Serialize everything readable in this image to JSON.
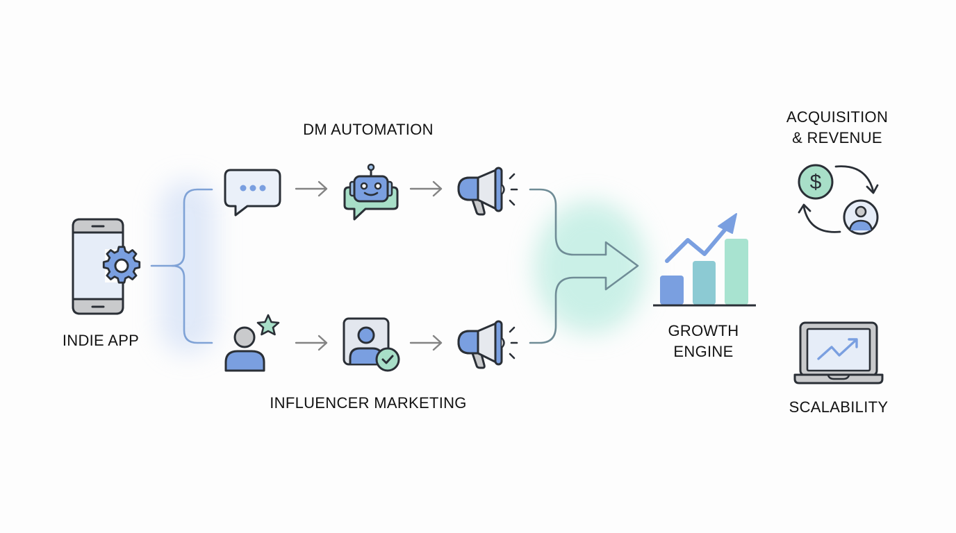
{
  "diagram": {
    "source": {
      "label": "INDIE APP",
      "icon": "phone-gear-icon"
    },
    "branches": [
      {
        "label": "DM AUTOMATION",
        "steps": [
          {
            "icon": "chat-bubble-icon",
            "name": "message"
          },
          {
            "icon": "chatbot-icon",
            "name": "bot-reply"
          },
          {
            "icon": "megaphone-icon",
            "name": "broadcast"
          }
        ]
      },
      {
        "label": "INFLUENCER MARKETING",
        "steps": [
          {
            "icon": "influencer-star-icon",
            "name": "influencer"
          },
          {
            "icon": "verified-profile-icon",
            "name": "verified-profile"
          },
          {
            "icon": "megaphone-icon",
            "name": "broadcast"
          }
        ]
      }
    ],
    "hub": {
      "label_line1": "GROWTH",
      "label_line2": "ENGINE",
      "icon": "growth-chart-icon"
    },
    "outcomes": [
      {
        "label_line1": "ACQUISITION",
        "label_line2": "& REVENUE",
        "icon": "revenue-cycle-icon"
      },
      {
        "label_line1": "SCALABILITY",
        "icon": "laptop-trend-icon"
      }
    ]
  },
  "colors": {
    "background": "#fdfdfd",
    "blue": "#7a9fe0",
    "blue_light": "#e6edf8",
    "teal": "#9fddc9",
    "teal_mid": "#8ccad3",
    "connector_left": "#7fa2d6",
    "connector_right": "#6f8c96",
    "arrow_gray": "#808080",
    "outline": "#2a2f36",
    "gray_fill": "#c9cacc"
  }
}
